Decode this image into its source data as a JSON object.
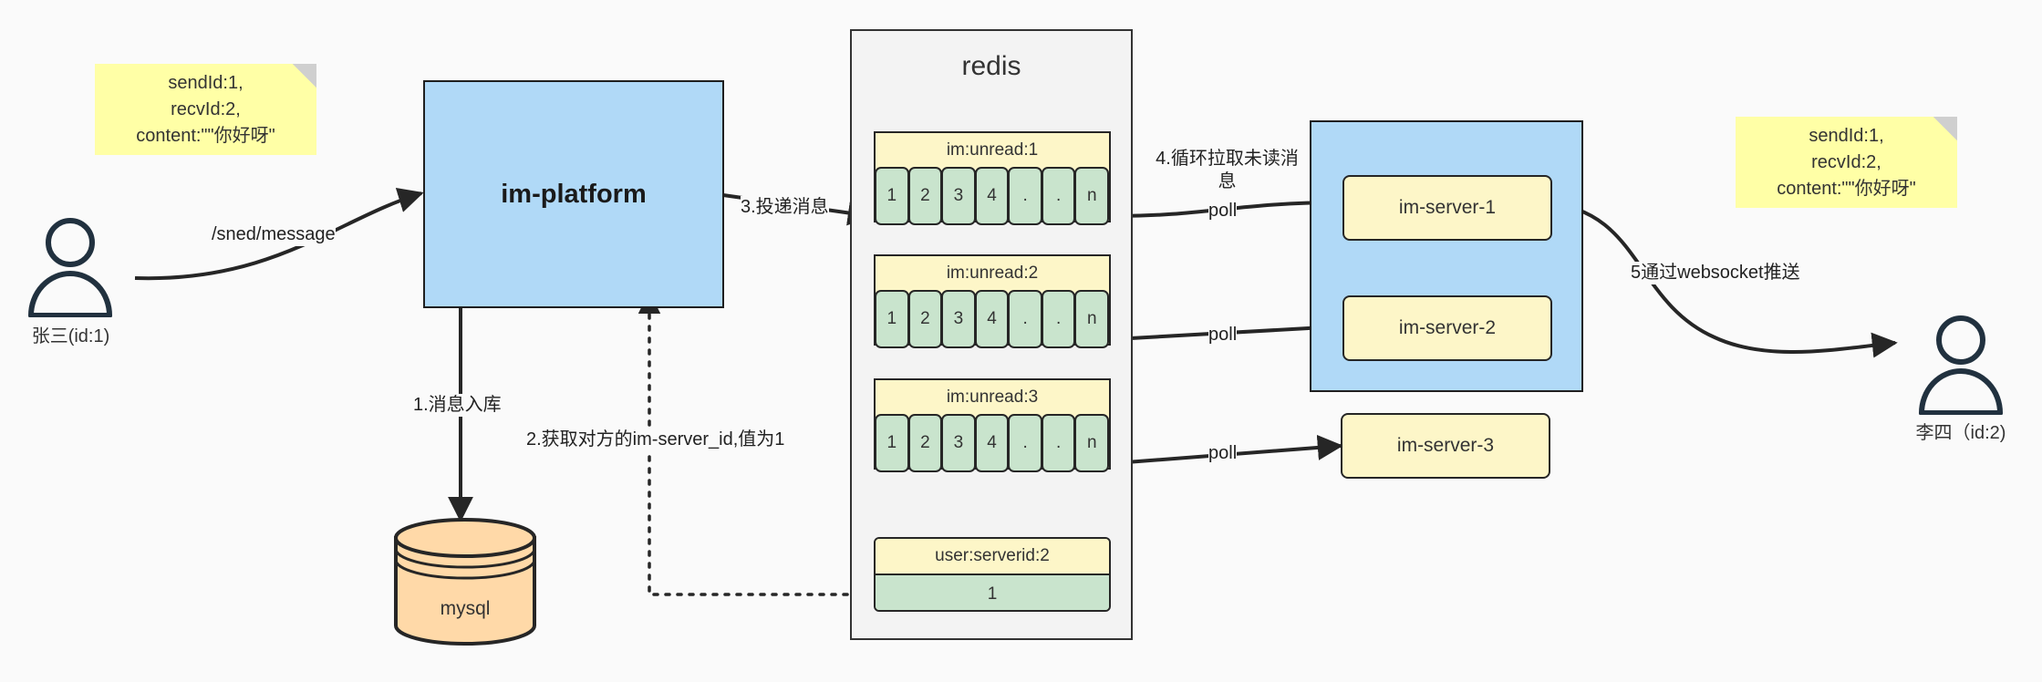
{
  "diagram": {
    "title": "IM message delivery architecture",
    "background": "#fafafa"
  },
  "notes": [
    {
      "id": "note-left",
      "text": "sendId:1,\nrecvId:2,\ncontent:\"\"你好呀\""
    },
    {
      "id": "note-right",
      "text": "sendId:1,\nrecvId:2,\ncontent:\"\"你好呀\""
    }
  ],
  "actors": [
    {
      "id": "actor-sender",
      "label": "张三(id:1)"
    },
    {
      "id": "actor-receiver",
      "label": "李四（id:2)"
    }
  ],
  "nodes": {
    "platform": {
      "label": "im-platform",
      "color": "#b0d9f7"
    },
    "mysql": {
      "label": "mysql",
      "color": "#ffd9a8"
    },
    "redis": {
      "title": "redis",
      "color": "#f3f3f3"
    },
    "servers_container": {
      "color": "#b0d9f7"
    }
  },
  "redis_keys": [
    {
      "key": "im:unread:1",
      "cells": [
        "1",
        "2",
        "3",
        "4",
        ".",
        ".",
        "n"
      ]
    },
    {
      "key": "im:unread:2",
      "cells": [
        "1",
        "2",
        "3",
        "4",
        ".",
        ".",
        "n"
      ]
    },
    {
      "key": "im:unread:3",
      "cells": [
        "1",
        "2",
        "3",
        "4",
        ".",
        ".",
        "n"
      ]
    }
  ],
  "redis_single": {
    "key": "user:serverid:2",
    "value": "1"
  },
  "servers": [
    {
      "label": "im-server-1"
    },
    {
      "label": "im-server-2"
    },
    {
      "label": "im-server-3"
    }
  ],
  "edges": {
    "send_message": "/sned/message",
    "step1": "1.消息入库",
    "step2": "2.获取对方的im-server_id,值为1",
    "step3": "3.投递消息",
    "step4": "4.循环拉取未读消\n息",
    "poll1": "poll",
    "poll2": "poll",
    "poll3": "poll",
    "step5": "5通过websocket推送"
  },
  "colors": {
    "sticky": "#ffffa6",
    "blue_box": "#b0d9f7",
    "yellow_box": "#fdf6c8",
    "green_cell": "#c9e4cd",
    "mysql": "#ffd9a8",
    "stroke": "#262626",
    "actor_stroke": "#21313f"
  }
}
